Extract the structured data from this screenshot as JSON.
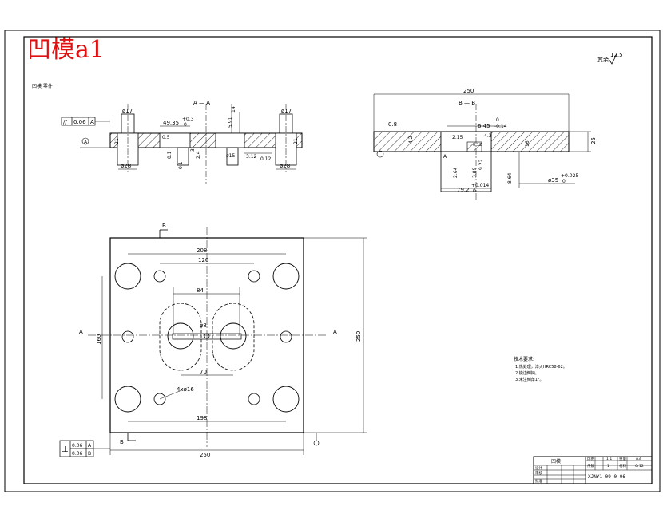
{
  "drawing": {
    "title": "凹模a1",
    "roughness_note": "其余",
    "roughness_value": "12.5"
  },
  "section_labels": {
    "section_a": "A — A",
    "section_b": "B — B",
    "view_a_left": "A",
    "view_a_right": "A",
    "view_b_top": "B",
    "view_b_bottom": "B"
  },
  "section_a_dims": {
    "title_box": "凹模 零件",
    "flatness_symbol": "//",
    "flatness_value": "0.06",
    "flatness_datum": "A",
    "datum_a": "A",
    "d17_left": "ø17",
    "d17_right": "ø17",
    "d28_left": "ø28",
    "d28_right": "ø28",
    "width_4935": "49.35",
    "tol_4935": "+0.3",
    "tol_4935_low": "0",
    "d14": "14",
    "d591": "5.91",
    "d21_left": "21",
    "d21_right": "21",
    "r05": "0.5",
    "d312": "3.12",
    "d012": "0.12",
    "d01a": "0.1",
    "d01b": "0.1",
    "d3": "3",
    "d24": "2.4",
    "d615": "ø15"
  },
  "section_b_dims": {
    "d250": "250",
    "d08": "0.8",
    "tol_645": "6.45",
    "tol_645_dev": "-0.14",
    "tol_645_zero": "0",
    "d215": "2.15",
    "d43": "4.3",
    "d012": "0.12",
    "d42": "4.2",
    "d25": "25",
    "d16": "16",
    "d264": "2.64",
    "d389": "3.89",
    "d922": "9.22",
    "d864": "8.64",
    "d792": "79.2",
    "tol_792": "+0.014",
    "tol_792_low": "0",
    "d35": "ø35",
    "tol_35": "+0.025",
    "tol_35_low": "0",
    "datum_a": "A"
  },
  "plan_dims": {
    "d208": "208",
    "d120": "120",
    "d84": "84",
    "d8": "ø8",
    "d70": "70",
    "d160": "160",
    "d198": "198",
    "holes": "4xø16",
    "d250_h": "250",
    "d250_v": "250",
    "perp_symbol": "⊥",
    "perp_val1": "0.06",
    "perp_datum1": "A",
    "perp_val2": "0.06",
    "perp_datum2": "B"
  },
  "tech_req": {
    "heading": "技术要求:",
    "line1": "1.热处理，淬火HRC58-62。",
    "line2": "2.锐边倒钝。",
    "line3": "3.未注倒角1°。"
  },
  "title_block": {
    "part_name": "凹模",
    "scale_label": "比例",
    "scale_value": "1:1",
    "qty_label": "件数",
    "qty_value": "1",
    "weight_label": "重量",
    "material_label": "材料",
    "material_value": "Cr12",
    "sheet_value": "A3",
    "designer_label": "设计",
    "checker_label": "审核",
    "approver_label": "批准",
    "drawing_no": "XJNY1-09-0-06"
  }
}
